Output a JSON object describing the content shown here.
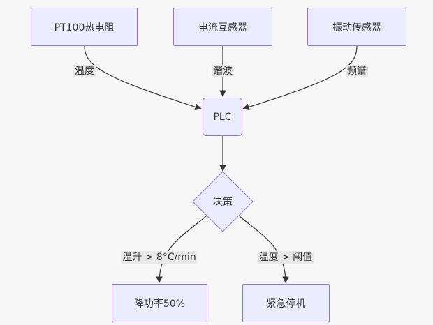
{
  "nodes": {
    "pt100": "PT100热电阻",
    "ct": "电流互感器",
    "vib": "振动传感器",
    "plc": "PLC",
    "decision": "决策",
    "reduce": "降功率50%",
    "stop": "紧急停机"
  },
  "edges": {
    "pt100_plc": "温度",
    "ct_plc": "谐波",
    "vib_plc": "频谱",
    "decision_reduce": "温升 > 8°C/min",
    "decision_stop": "温度 > 阈值"
  },
  "colors": {
    "node_fill": "#ececff",
    "node_stroke": "#9370db",
    "edge": "#333333",
    "label_bg": "#e8e8e8",
    "background": "#f7f7f7"
  }
}
